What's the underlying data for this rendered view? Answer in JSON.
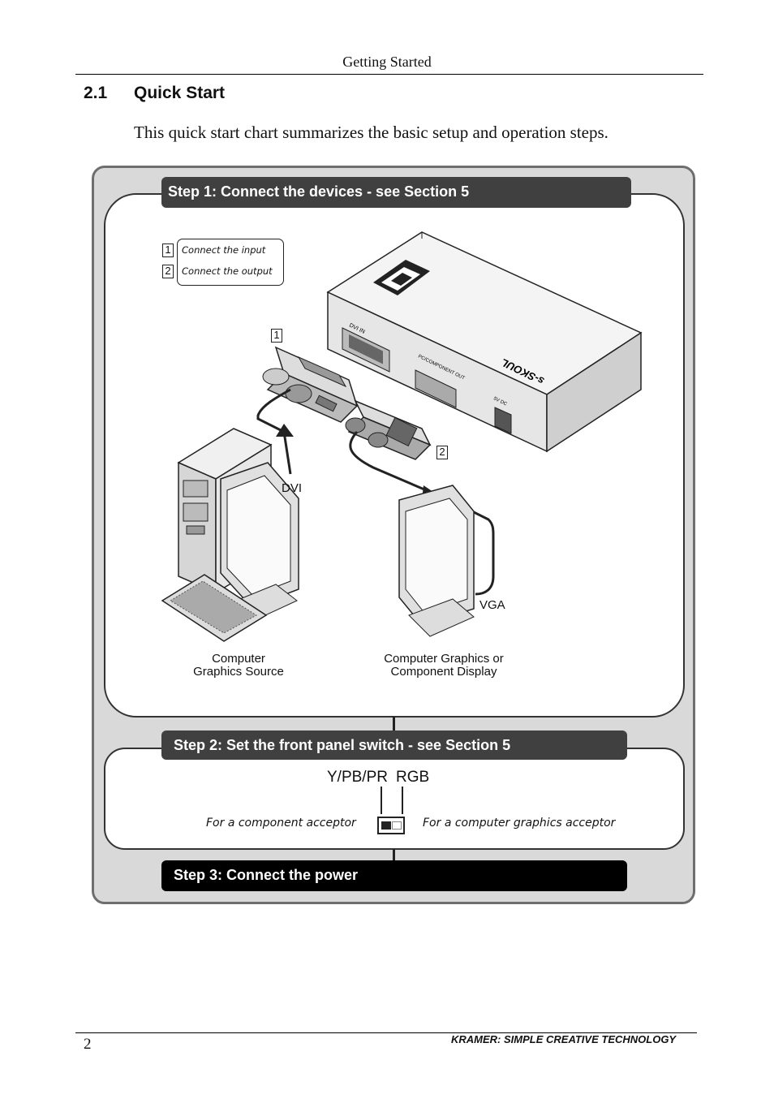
{
  "header": {
    "running_head": "Getting Started"
  },
  "section": {
    "number": "2.1",
    "title": "Quick Start",
    "intro": "This quick start chart summarizes the basic setup and operation steps."
  },
  "chart": {
    "step1": {
      "title": "Step 1: Connect the devices - see Section 5",
      "legend": [
        {
          "num": "1",
          "text": "Connect the input"
        },
        {
          "num": "2",
          "text": "Connect the output"
        }
      ],
      "callouts": {
        "input": "1",
        "output": "2"
      },
      "device": {
        "brand": "KRAMER",
        "port_dvi": "DVI IN",
        "port_vga": "PC/COMPONENT OUT",
        "port_power": "5V DC",
        "model": "s-SKOUL"
      },
      "cable_dvi": "DVI",
      "cable_vga": "VGA",
      "source_label_line1": "Computer",
      "source_label_line2": "Graphics Source",
      "display_label_line1": "Computer Graphics or",
      "display_label_line2": "Component Display"
    },
    "step2": {
      "title": "Step 2: Set the front panel switch - see Section 5",
      "switch_left_label": "Y/PB/PR",
      "switch_right_label": "RGB",
      "note_left": "For a component acceptor",
      "note_right": "For a computer graphics acceptor"
    },
    "step3": {
      "title": "Step 3: Connect the power"
    }
  },
  "footer": {
    "page_number": "2",
    "brand_line": "KRAMER:  SIMPLE CREATIVE TECHNOLOGY"
  },
  "colors": {
    "bar_dark": "#404040",
    "bar_black": "#000000",
    "frame_gray": "#d9d9d9"
  }
}
